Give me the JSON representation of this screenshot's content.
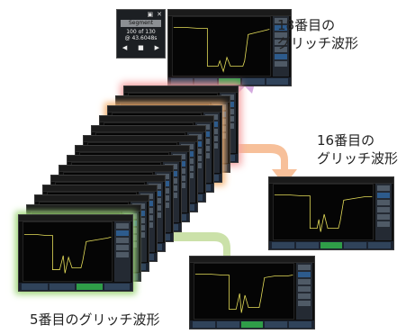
{
  "labels": {
    "glitch_18": [
      "18番目の",
      "グリッチ波形"
    ],
    "glitch_16": [
      "16番目の",
      "グリッチ波形"
    ],
    "glitch_5": "5番目のグリッチ波形"
  },
  "panel": {
    "segment_label": "Segment",
    "count": "100 of 130",
    "count_sub": "@ 43.6048s"
  },
  "colors": {
    "arrow_pink": "#d9a6d6",
    "arrow_orange": "#f6b98f",
    "arrow_green": "#c8dfa4",
    "glow_red": "#f4a0a0",
    "glow_orange": "#f5b475",
    "glow_green": "#9fd67a",
    "trace": "#e8e05a",
    "scope_bg": "#0c0c0c"
  }
}
